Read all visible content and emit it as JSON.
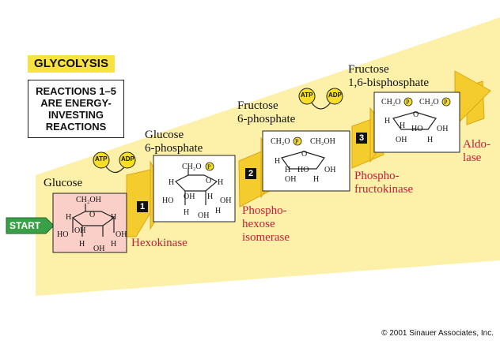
{
  "title": "GLYCOLYSIS",
  "info_box": [
    "REACTIONS 1–5",
    "ARE ENERGY-",
    "INVESTING",
    "REACTIONS"
  ],
  "start_label": "START",
  "molecules": [
    {
      "line1": "Glucose",
      "line2": ""
    },
    {
      "line1": "Glucose",
      "line2": "6-phosphate"
    },
    {
      "line1": "Fructose",
      "line2": "6-phosphate"
    },
    {
      "line1": "Fructose",
      "line2": "1,6-bisphosphate"
    }
  ],
  "enzymes": [
    {
      "line1": "Hexokinase",
      "line2": ""
    },
    {
      "line1": "Phospho-",
      "line2": "hexose",
      "line3": "isomerase"
    },
    {
      "line1": "Phospho-",
      "line2": "fructokinase"
    },
    {
      "line1": "Aldo-",
      "line2": "lase"
    }
  ],
  "steps": [
    "1",
    "2",
    "3"
  ],
  "cofactors": {
    "atp": "ATP",
    "adp": "ADP"
  },
  "structure_labels": {
    "ch2oh": "CH₂OH",
    "ch2o": "CH₂O",
    "h": "H",
    "oh": "OH",
    "ho": "HO",
    "o": "O",
    "p": "P"
  },
  "copyright": "© 2001 Sinauer Associates, Inc.",
  "colors": {
    "band": "#fdf0a8",
    "arrow": "#f5cc2e",
    "arrow_edge": "#d9a916",
    "title_bg": "#f7e23f",
    "glucose_box": "#f9cfc7",
    "enzyme_text": "#c41e3a",
    "start_green": "#3aa047",
    "atp_bg": "#f5dd28"
  }
}
